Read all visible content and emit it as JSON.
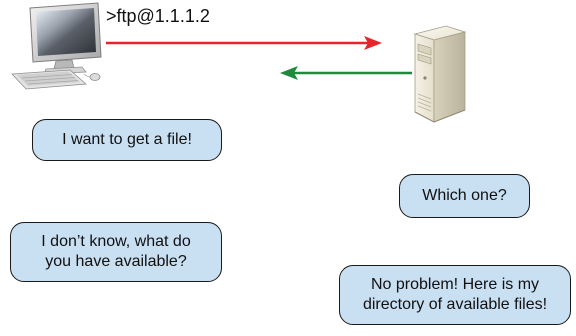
{
  "command": ">ftp@1.1.1.2",
  "colors": {
    "request_arrow": "#e5242b",
    "response_arrow": "#1f8a3c",
    "bubble_fill": "#c9dff2",
    "bubble_border": "#1a1a1a"
  },
  "icons": {
    "client": "desktop-computer-icon",
    "server": "tower-server-icon"
  },
  "bubbles": [
    {
      "id": "client-request",
      "text": "I want to get a file!"
    },
    {
      "id": "server-question",
      "text": "Which one?"
    },
    {
      "id": "client-reply",
      "text": "I don’t know, what do\nyou have available?"
    },
    {
      "id": "server-reply",
      "text": "No problem! Here is my\ndirectory of available files!"
    }
  ]
}
